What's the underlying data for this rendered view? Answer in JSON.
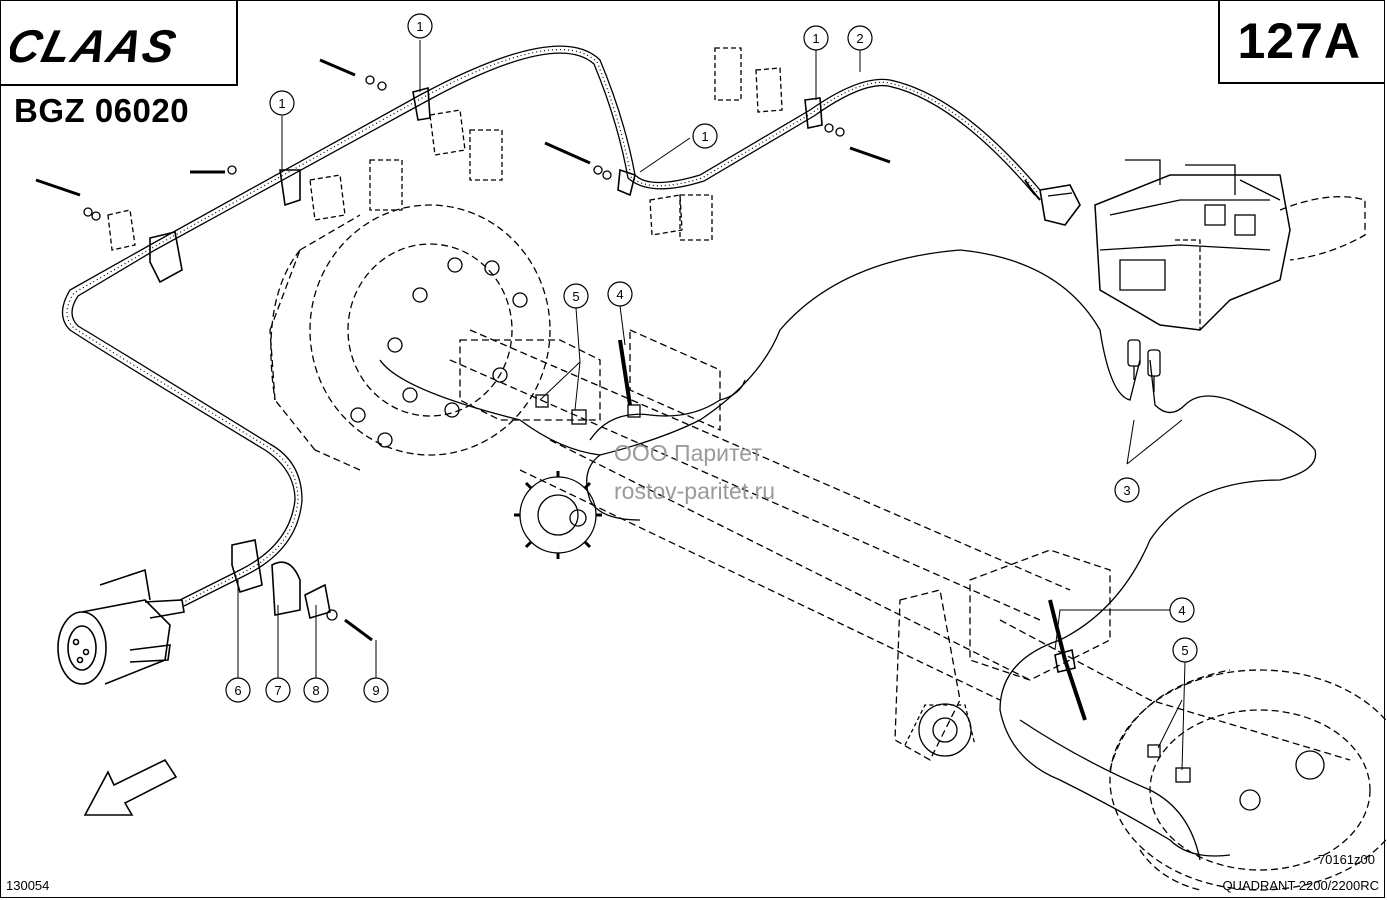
{
  "header": {
    "brand": "CLAAS",
    "page_number": "127A",
    "group_code": "BGZ 06020"
  },
  "footer": {
    "sheet_code": "130054",
    "drawing_number": "70161z00",
    "model": "QUADRANT 2200/2200RC"
  },
  "watermark": {
    "line1": "ООО Паритет",
    "line2": "rostov-paritet.ru"
  },
  "callouts": [
    "1",
    "1",
    "1",
    "1",
    "1",
    "2",
    "3",
    "4",
    "4",
    "5",
    "5",
    "6",
    "7",
    "8",
    "9"
  ],
  "colors": {
    "ink": "#000000",
    "watermark": "#9a9a9a"
  },
  "icons": [
    "direction-arrow-icon"
  ]
}
